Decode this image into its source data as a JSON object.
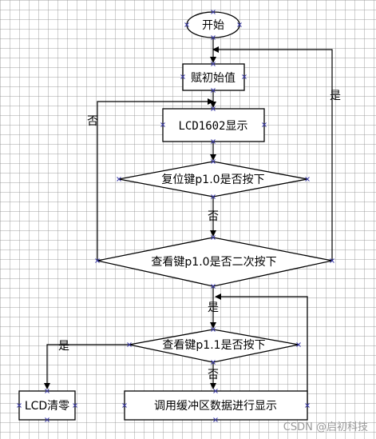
{
  "nodes": {
    "start": "开始",
    "init": "赋初始值",
    "lcd_display": "LCD1602显示",
    "reset_check": "复位键p1.0是否按下",
    "second_press_check": "查看键p1.0是否二次按下",
    "p11_check": "查看键p1.1是否按下",
    "lcd_clear": "LCD清零",
    "buffer_display": "调用缓冲区数据进行显示"
  },
  "edge_labels": {
    "yes_right": "是",
    "no_left": "否",
    "no_reset": "否",
    "yes_second": "是",
    "yes_left": "是",
    "no_p11": "否"
  },
  "watermark": "CSDN @启初科技"
}
